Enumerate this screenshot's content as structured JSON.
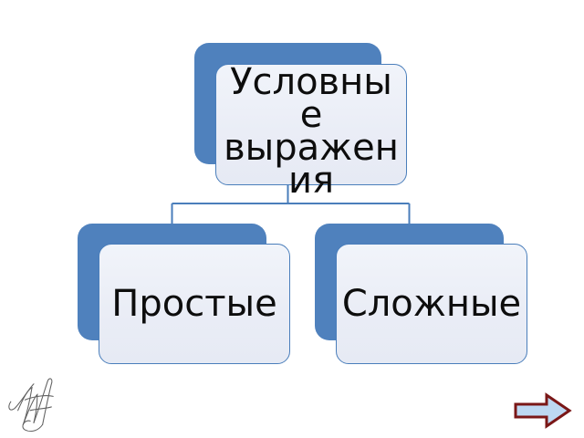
{
  "slide": {
    "type": "presentation-slide",
    "background": "#ffffff",
    "diagram": {
      "type": "hierarchy",
      "root": {
        "label": "Условные выражения",
        "label_display": "Условны\nе\nвыражен\nия"
      },
      "children": [
        {
          "label": "Простые"
        },
        {
          "label": "Сложные"
        }
      ]
    },
    "colors": {
      "accent_blue": "#4f81bd",
      "node_border": "#4a7ebb",
      "node_fill": "#eaedf6",
      "connector": "#4a7ebb",
      "text": "#0d0d0d",
      "arrow_fill": "#bdd8f2",
      "arrow_border": "#7a1717",
      "signature_ink": "#4b4b4b"
    },
    "icons": {
      "nav_arrow": "right-block-arrow-icon",
      "signature": "calligraphic-monogram-icon"
    }
  }
}
